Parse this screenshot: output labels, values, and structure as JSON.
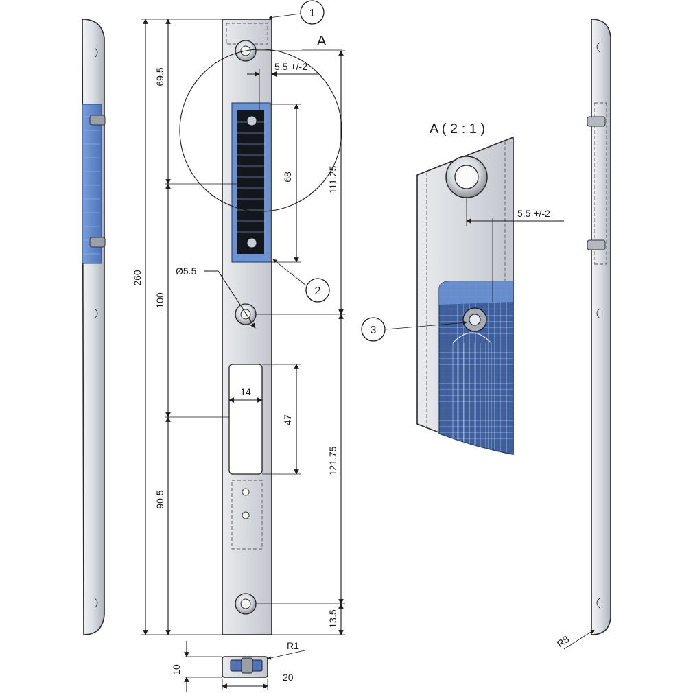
{
  "callouts": [
    "1",
    "2",
    "3"
  ],
  "detail": {
    "circle_label": "A",
    "view_title": "A ( 2 : 1 )",
    "tolerance": "5.5 +/-2"
  },
  "dimensions": {
    "tolerance_main": "5.5 +/-2",
    "d_69_5": "69.5",
    "d_260": "260",
    "d_100": "100",
    "d_90_5": "90.5",
    "d_68": "68",
    "d_111_25": "111.25",
    "d_121_75": "121.75",
    "d_13_5": "13.5",
    "d_47": "47",
    "d_14": "14",
    "hole_dia": "Ø5.5",
    "r1": "R1",
    "height_10": "10",
    "width_20": "20",
    "r8": "R8"
  },
  "colors": {
    "steel_light": "#e6e8ec",
    "steel_dark": "#b4b8c0",
    "blue_insert": "#5f86c9",
    "blue_dark": "#3e63a8",
    "line": "#1a1a1a"
  }
}
